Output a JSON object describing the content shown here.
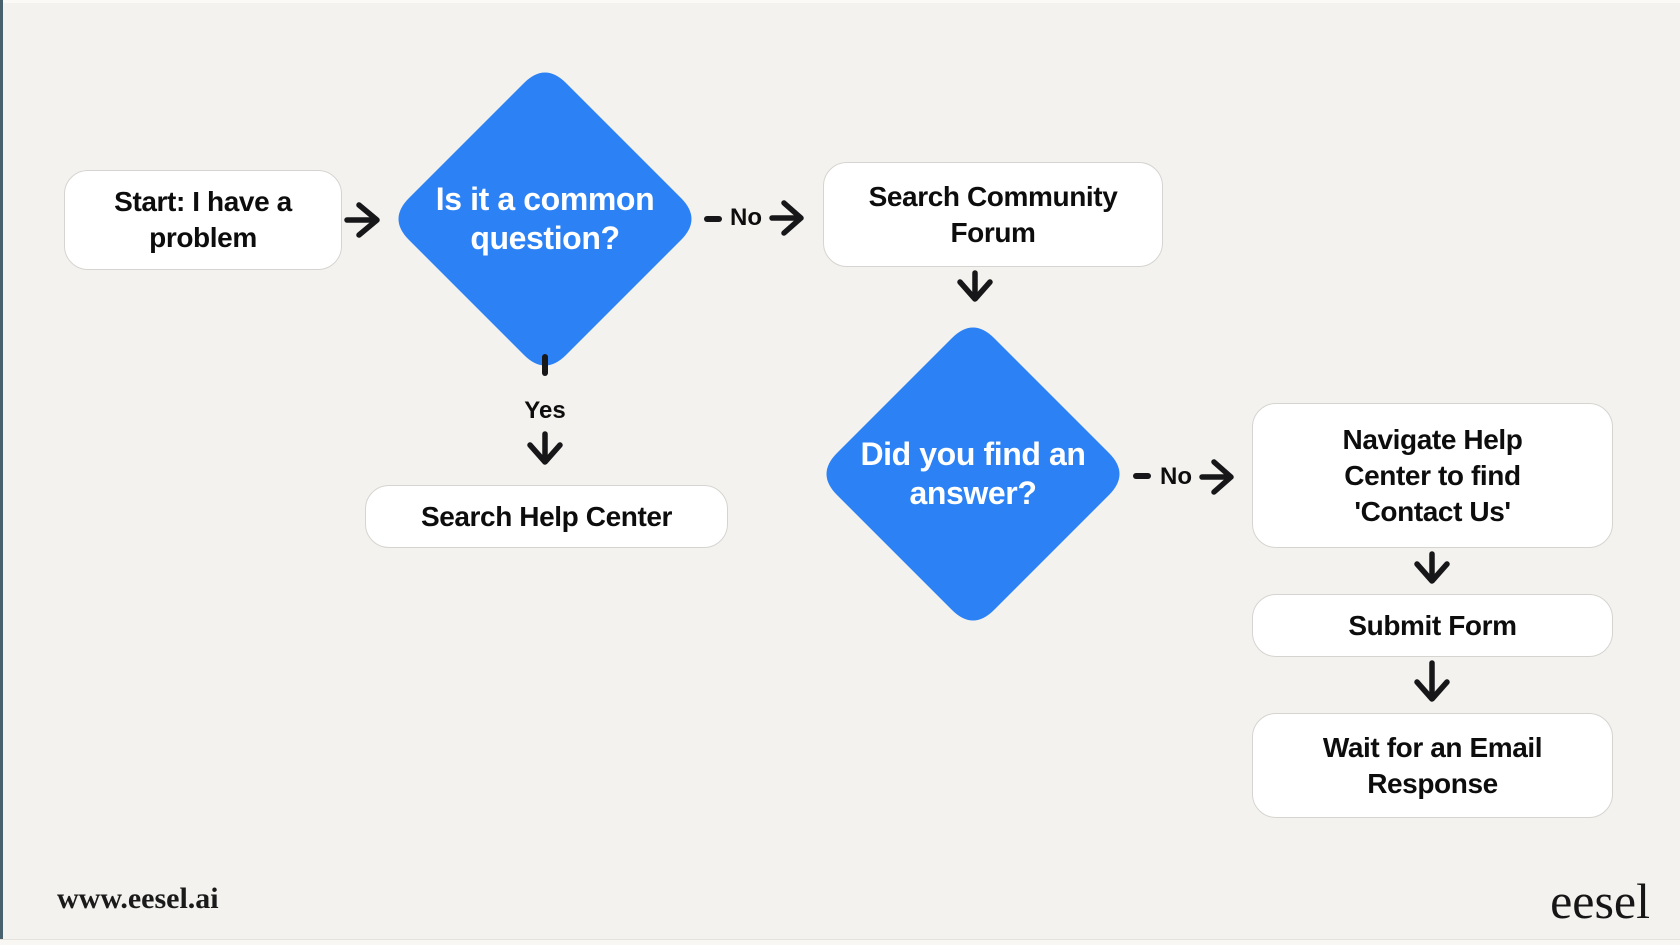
{
  "theme": {
    "bg": "#f4f2ee",
    "node_fill": "#ffffff",
    "node_border": "#d6d4d0",
    "decision_fill": "#2c82f5",
    "decision_text": "#ffffff",
    "line": "#17171a",
    "text": "#0d0d0d",
    "frame_edge": "#47626d"
  },
  "flowchart": {
    "nodes": [
      {
        "id": "start",
        "type": "process",
        "label": "Start: I have a\nproblem"
      },
      {
        "id": "q_common",
        "type": "decision",
        "label": "Is it a common\nquestion?"
      },
      {
        "id": "search_help",
        "type": "process",
        "label": "Search Help Center"
      },
      {
        "id": "search_forum",
        "type": "process",
        "label": "Search Community\nForum"
      },
      {
        "id": "q_answer",
        "type": "decision",
        "label": "Did you find an\nanswer?"
      },
      {
        "id": "navigate",
        "type": "process",
        "label": "Navigate Help\nCenter to find\n'Contact Us'"
      },
      {
        "id": "submit",
        "type": "process",
        "label": "Submit Form"
      },
      {
        "id": "wait",
        "type": "process",
        "label": "Wait for an Email\nResponse"
      }
    ],
    "edges": [
      {
        "from": "start",
        "to": "q_common",
        "label": ""
      },
      {
        "from": "q_common",
        "to": "search_forum",
        "label": "No"
      },
      {
        "from": "q_common",
        "to": "search_help",
        "label": "Yes"
      },
      {
        "from": "search_forum",
        "to": "q_answer",
        "label": ""
      },
      {
        "from": "q_answer",
        "to": "navigate",
        "label": "No"
      },
      {
        "from": "navigate",
        "to": "submit",
        "label": ""
      },
      {
        "from": "submit",
        "to": "wait",
        "label": ""
      }
    ]
  },
  "footer": {
    "website": "www.eesel.ai",
    "brand": "eesel"
  }
}
